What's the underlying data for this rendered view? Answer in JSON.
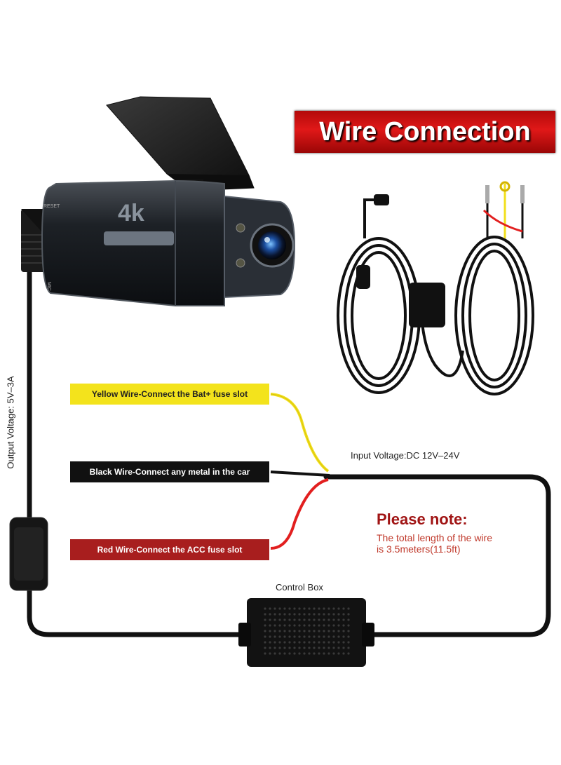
{
  "banner": {
    "title": "Wire Connection"
  },
  "camera": {
    "badge": "4k",
    "reset_label": "RESET",
    "mic_label": "MIC"
  },
  "labels": {
    "yellow": "Yellow Wire-Connect the Bat+ fuse slot",
    "black": "Black Wire-Connect any metal in the car",
    "red": "Red Wire-Connect the ACC fuse slot"
  },
  "input_voltage": "Input Voltage:DC 12V–24V",
  "output_voltage": "Output Voltage: 5V–3A",
  "control_box": "Control Box",
  "note": {
    "title": "Please note:",
    "line1": "The total length of the wire",
    "line2": "is 3.5meters(11.5ft)"
  },
  "colors": {
    "yellow_wire": "#f2df1b",
    "red_wire": "#e21f1f",
    "black_wire": "#111111",
    "banner": "#c41010"
  }
}
